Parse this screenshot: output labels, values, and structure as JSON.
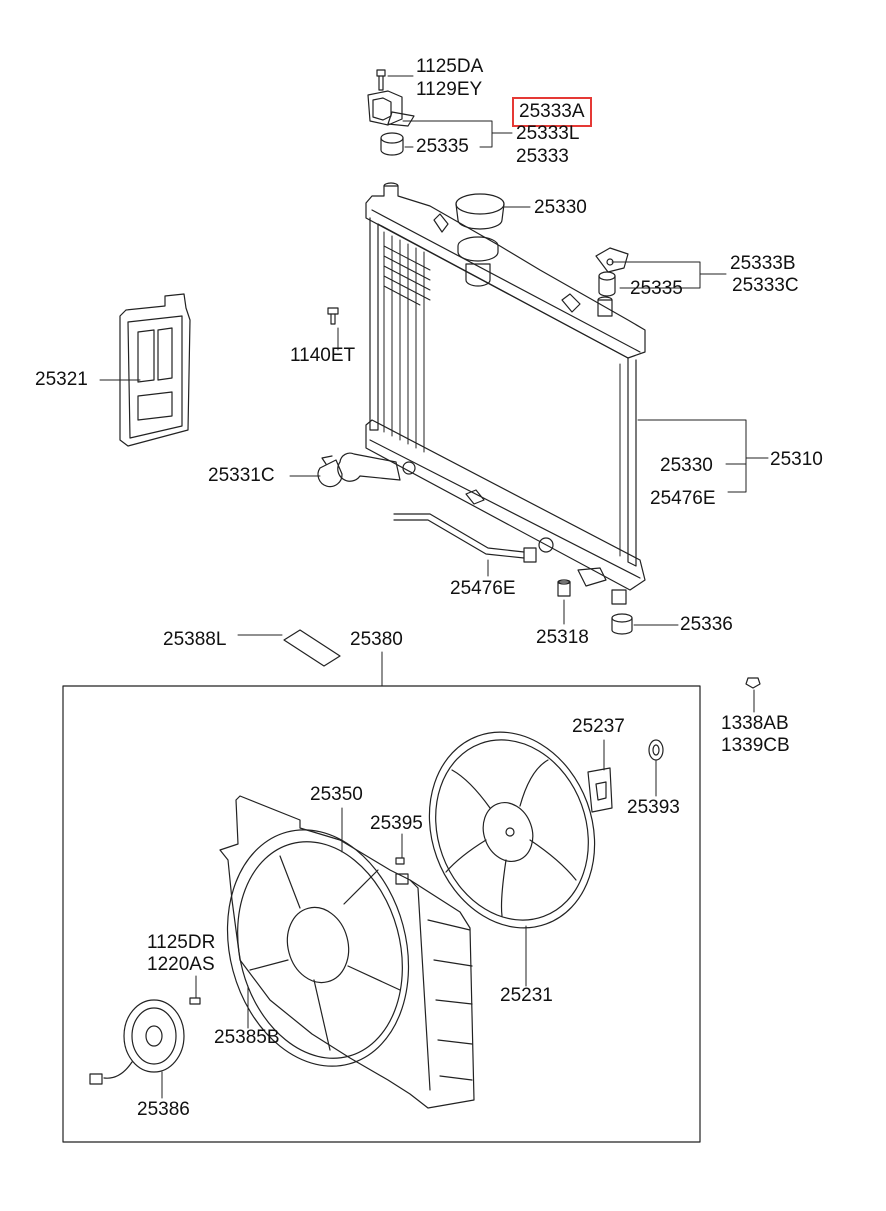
{
  "highlight_color": "#e53935",
  "labels": {
    "p1125DA": "1125DA",
    "p1129EY": "1129EY",
    "p25333A": "25333A",
    "p25333L": "25333L",
    "p25333": "25333",
    "p25335_top": "25335",
    "p25330_cap": "25330",
    "p25333B": "25333B",
    "p25333C": "25333C",
    "p25335_right": "25335",
    "p25321": "25321",
    "p1140ET": "1140ET",
    "p25330_mid": "25330",
    "p25310": "25310",
    "p25476E_mid": "25476E",
    "p25331C": "25331C",
    "p25476E_hose": "25476E",
    "p25318": "25318",
    "p25336": "25336",
    "p25388L": "25388L",
    "p25380": "25380",
    "p1338AB": "1338AB",
    "p1339CB": "1339CB",
    "p25237": "25237",
    "p25393": "25393",
    "p25350": "25350",
    "p25395": "25395",
    "p1125DR": "1125DR",
    "p1220AS": "1220AS",
    "p25231": "25231",
    "p25385B": "25385B",
    "p25386": "25386"
  }
}
